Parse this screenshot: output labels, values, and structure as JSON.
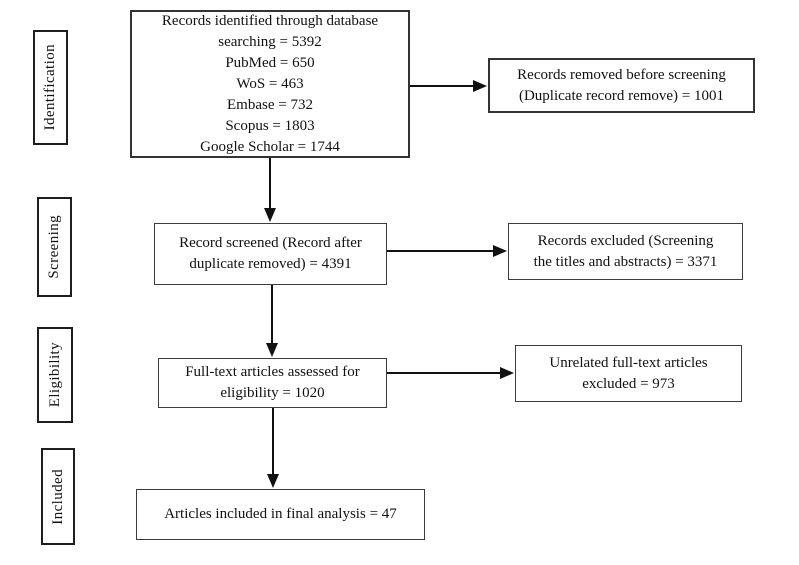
{
  "colors": {
    "background": "#ffffff",
    "box_border": "#3c3c3c",
    "stage_border": "#1e1e1e",
    "text": "#111111",
    "arrow": "#111111"
  },
  "stages": [
    {
      "label": "Identification"
    },
    {
      "label": "Screening"
    },
    {
      "label": "Eligibility"
    },
    {
      "label": "Included"
    }
  ],
  "boxes": {
    "identified": {
      "text": "Records identified through database\nsearching = 5392\nPubMed = 650\nWoS = 463\nEmbase = 732\nScopus = 1803\nGoogle Scholar = 1744"
    },
    "removed": {
      "text": "Records removed before screening\n(Duplicate record remove) = 1001"
    },
    "screened": {
      "text": "Record screened (Record after\nduplicate removed) = 4391"
    },
    "excluded_screening": {
      "text": "Records excluded (Screening\nthe titles and abstracts) = 3371"
    },
    "fulltext": {
      "text": "Full-text articles assessed for\neligibility = 1020"
    },
    "excluded_fulltext": {
      "text": "Unrelated full-text articles\nexcluded = 973"
    },
    "included": {
      "text": "Articles included in final analysis = 47"
    }
  },
  "connections": [
    {
      "from": "identified",
      "to": "removed"
    },
    {
      "from": "identified",
      "to": "screened"
    },
    {
      "from": "screened",
      "to": "excluded_screening"
    },
    {
      "from": "screened",
      "to": "fulltext"
    },
    {
      "from": "fulltext",
      "to": "excluded_fulltext"
    },
    {
      "from": "fulltext",
      "to": "included"
    }
  ]
}
